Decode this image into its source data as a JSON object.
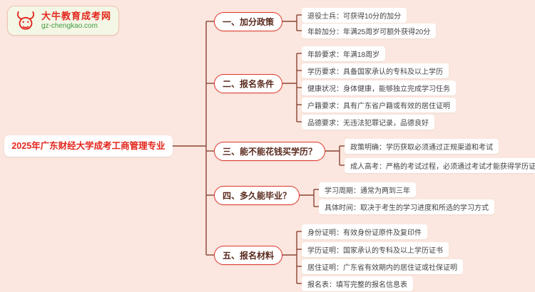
{
  "logo": {
    "site_name": "大牛教育成考网",
    "domain": "gz-chengkao.com"
  },
  "title": "2025年广东财经大学成考工商管理专业",
  "mindmap": {
    "topics": [
      {
        "label": "一、加分政策",
        "leaves": [
          "退役士兵：可获得10分的加分",
          "年龄加分：年满25周岁可额外获得20分"
        ]
      },
      {
        "label": "二、报名条件",
        "leaves": [
          "年龄要求：年满18周岁",
          "学历要求：具备国家承认的专科及以上学历",
          "健康状况：身体健康，能够独立完成学习任务",
          "户籍要求：具有广东省户籍或有效的居住证明",
          "品德要求：无违法犯罪记录，品德良好"
        ]
      },
      {
        "label": "三、能不能花钱买学历？",
        "leaves": [
          "政策明确：学历获取必须通过正规渠道和考试",
          "成人高考：严格的考试过程，必须通过考试才能获得学历证书"
        ]
      },
      {
        "label": "四、多久能毕业？",
        "leaves": [
          "学习周期：通常为两到三年",
          "具体时间：取决于考生的学习进度和所选的学习方式"
        ]
      },
      {
        "label": "五、报名材料",
        "leaves": [
          "身份证明：有效身份证原件及复印件",
          "学历证明：国家承认的专科及以上学历证书",
          "居住证明：广东省有效期内的居住证或社保证明",
          "报名表：填写完整的报名信息表"
        ]
      }
    ]
  },
  "colors": {
    "background": "#fbe7df",
    "accent_red": "#e3261d",
    "line": "#8a4434",
    "domain_green": "#3f9b3f"
  }
}
